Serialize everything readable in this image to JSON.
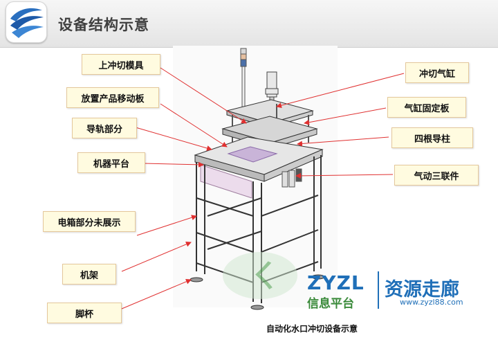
{
  "header": {
    "title": "设备结构示意"
  },
  "labels": {
    "upper_die": "上冲切模具",
    "punch_cylinder": "冲切气缸",
    "moving_plate": "放置产品移动板",
    "cylinder_plate": "气缸固定板",
    "guide_rail": "导轨部分",
    "four_pillars": "四根导柱",
    "machine_platform": "机器平台",
    "pneumatic_triplet": "气动三联件",
    "electric_box": "电箱部分未展示",
    "frame": "机架",
    "foot_cup": "脚杯"
  },
  "caption": "自动化水口冲切设备示意",
  "watermark": {
    "brand": "ZYZL",
    "cn_left": "信息平台",
    "cn_right": "资源走廊",
    "url": "www.zyzl88.com"
  },
  "colors": {
    "label_bg": "#fffbe0",
    "label_border": "#e4c79a",
    "arrow": "#e03030",
    "title": "#3f3f3f"
  }
}
